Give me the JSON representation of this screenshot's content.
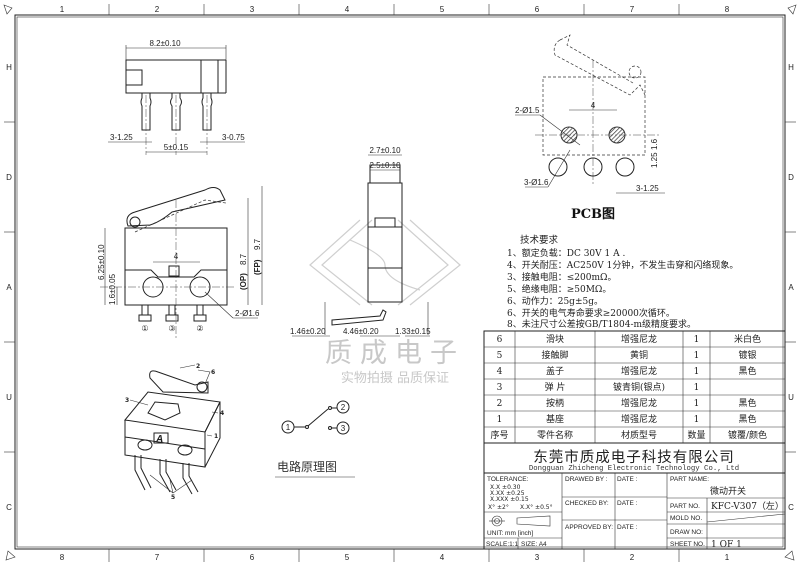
{
  "border": {
    "top_numbers": [
      "1",
      "2",
      "3",
      "4",
      "5",
      "6",
      "7",
      "8"
    ],
    "bottom_numbers": [
      "8",
      "7",
      "6",
      "5",
      "4",
      "3",
      "2",
      "1"
    ],
    "side_letters": [
      "H",
      "D",
      "A",
      "U",
      "C"
    ]
  },
  "top_view": {
    "width_dim": "8.2±0.10",
    "pin_left_dim": "3-1.25",
    "pin_pitch_dim": "5±0.15",
    "pin_right_dim": "3-0.75"
  },
  "front_view": {
    "height_dim": "6.25±0.10",
    "hole_height_dim": "1.6±0.05",
    "hole_pitch_dim": "4",
    "op_dim": "8.7",
    "op_label": "(OP)",
    "fp_dim": "9.7",
    "fp_label": "(FP)",
    "hole_dim": "2-Ø1.6",
    "pin_labels": [
      "①",
      "③",
      "②"
    ]
  },
  "side_view": {
    "outer_width_dim": "2.7±0.10",
    "inner_width_dim": "2.5±0.10",
    "dim_a": "1.46±0.20",
    "dim_b": "4.46±0.20",
    "dim_c": "1.33±0.15"
  },
  "pcb_view": {
    "hole_dim": "2-Ø1.5",
    "pitch_dim": "4",
    "pin_hole_dim": "3-Ø1.6",
    "pin_pitch_dim": "3-1.25",
    "dim_16": "1.6",
    "dim_125": "1.25",
    "title": "PCB图"
  },
  "tech_requirements": {
    "title": "技术要求",
    "items": [
      "1、额定负载：DC 30V  1 A .",
      "4、开关耐压：AC250V 1分钟，不发生击穿和闪络现象。",
      "3、接触电阻：≤200mΩ。",
      "5、绝缘电阻：≥50MΩ。",
      "6、动作力：25g±5g。",
      "6、开关的电气寿命要求≥20000次循环。",
      "8、未注尺寸公差按GB/T1804-m级精度要求。"
    ]
  },
  "bom": {
    "headers": [
      "序号",
      "零件名称",
      "材质型号",
      "数量",
      "镀覆/颜色"
    ],
    "rows": [
      [
        "6",
        "滑块",
        "增强尼龙",
        "1",
        "米白色"
      ],
      [
        "5",
        "接触脚",
        "黄铜",
        "1",
        "镀银"
      ],
      [
        "4",
        "盖子",
        "增强尼龙",
        "1",
        "黑色"
      ],
      [
        "3",
        "弹 片",
        "铍青铜(银点)",
        "1",
        ""
      ],
      [
        "2",
        "按柄",
        "增强尼龙",
        "1",
        "黑色"
      ],
      [
        "1",
        "基座",
        "增强尼龙",
        "1",
        "黑色"
      ]
    ]
  },
  "isometric": {
    "callouts": [
      "2",
      "6",
      "3",
      "4",
      "1",
      "5"
    ],
    "mark": "A"
  },
  "circuit": {
    "nodes": [
      "1",
      "2",
      "3"
    ],
    "title": "电路原理图"
  },
  "watermark": {
    "name": "质成电子",
    "slogan": "实物拍摄 品质保证"
  },
  "title_block": {
    "company_cn": "东莞市质成电子科技有限公司",
    "company_en": "Dongguan Zhicheng Electronic Technology Co., Ltd",
    "tolerance_title": "TOLERANCE:",
    "tolerances": [
      "X.X    ±0.30",
      "X.XX   ±0.25",
      "X.XXX  ±0.15"
    ],
    "angle_tol": [
      "X° ±2°",
      "X.X° ±0.5°"
    ],
    "unit": "UNIT:  mm  [inch]",
    "scale": "SCALE:1:1",
    "size": "SIZE: A4",
    "drawed_by": "DRAWED BY :",
    "checked_by": "CHECKED BY:",
    "approved_by": "APPROVED BY:",
    "date_label": "DATE :",
    "part_name_label": "PART NAME:",
    "part_name": "微动开关",
    "part_no_label": "PART NO.",
    "part_no": "KFC-V307（左）",
    "mold_no_label": "MOLD NO.",
    "draw_no_label": "DRAW NO:",
    "sheet_no_label": "SHEET NO.",
    "sheet_no": "1 OF 1"
  }
}
